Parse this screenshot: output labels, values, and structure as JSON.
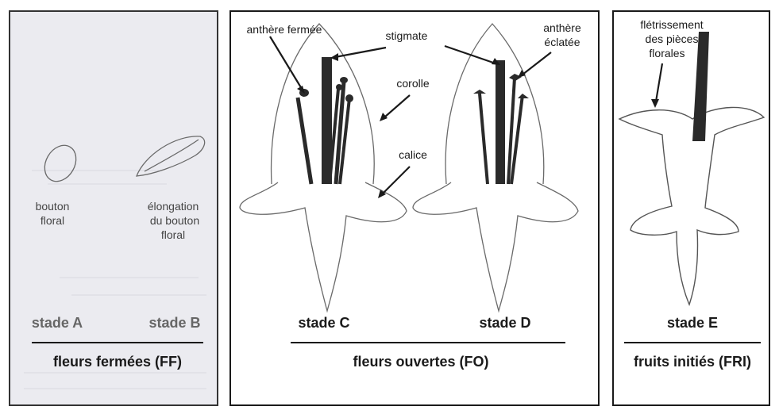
{
  "panels": [
    {
      "id": "ff",
      "group_label": "fleurs fermées (FF)",
      "stages": [
        "stade A",
        "stade B"
      ],
      "labels": {
        "bouton_line1": "bouton",
        "bouton_line2": "floral",
        "elong_line1": "élongation",
        "elong_line2": "du bouton",
        "elong_line3": "floral"
      }
    },
    {
      "id": "fo",
      "group_label": "fleurs ouvertes (FO)",
      "stages": [
        "stade C",
        "stade D"
      ],
      "labels": {
        "anthere_fermee": "anthère fermée",
        "stigmate": "stigmate",
        "corolle": "corolle",
        "calice": "calice",
        "anthere_eclatee_line1": "anthère",
        "anthere_eclatee_line2": "éclatée"
      }
    },
    {
      "id": "fri",
      "group_label": "fruits initiés (FRI)",
      "stages": [
        "stade E"
      ],
      "labels": {
        "fletr_line1": "flétrissement",
        "fletr_line2": "des pièces",
        "fletr_line3": "florales"
      }
    }
  ],
  "colors": {
    "ink": "#1a1a1a",
    "outline": "#6a6a6a",
    "faded_panel_bg": "#e9e9ee"
  }
}
